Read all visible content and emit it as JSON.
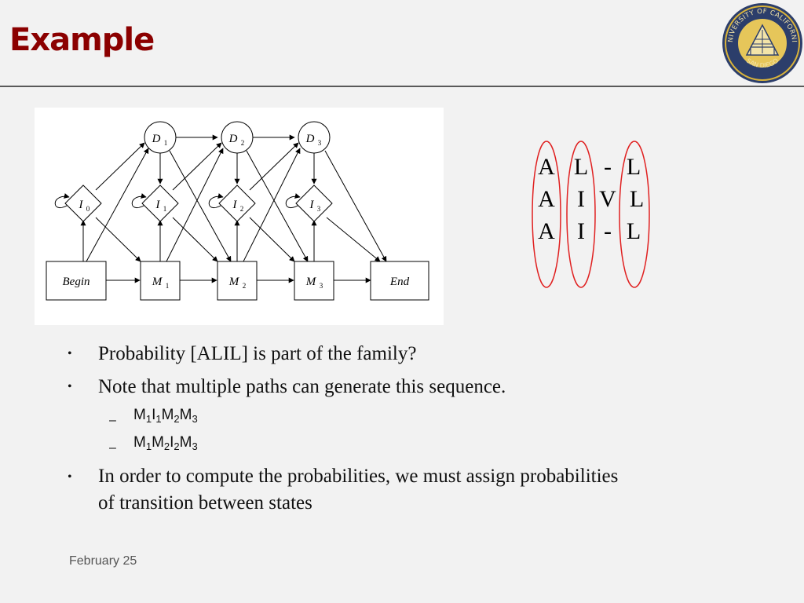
{
  "slide": {
    "title": "Example",
    "footer": "February 25"
  },
  "diagram": {
    "delete_states": [
      {
        "letter": "D",
        "index": "1"
      },
      {
        "letter": "D",
        "index": "2"
      },
      {
        "letter": "D",
        "index": "3"
      }
    ],
    "insert_states": [
      {
        "letter": "I",
        "index": "0"
      },
      {
        "letter": "I",
        "index": "1"
      },
      {
        "letter": "I",
        "index": "2"
      },
      {
        "letter": "I",
        "index": "3"
      }
    ],
    "match_states": [
      {
        "letter": "M",
        "index": "1"
      },
      {
        "letter": "M",
        "index": "2"
      },
      {
        "letter": "M",
        "index": "3"
      }
    ],
    "begin_label": "Begin",
    "end_label": "End"
  },
  "alignment": {
    "rows": [
      [
        "A",
        "L",
        "-",
        "L"
      ],
      [
        "A",
        "I",
        "V",
        "L"
      ],
      [
        "A",
        "I",
        "-",
        "L"
      ]
    ],
    "highlight_color": "#e02020"
  },
  "bullets": {
    "b1": "Probability [ALIL] is part of the family?",
    "b2": "Note that multiple paths can generate this sequence.",
    "path1": [
      {
        "s": "M",
        "i": "1"
      },
      {
        "s": "I",
        "i": "1"
      },
      {
        "s": "M",
        "i": "2"
      },
      {
        "s": "M",
        "i": "3"
      }
    ],
    "path2": [
      {
        "s": "M",
        "i": "1"
      },
      {
        "s": "M",
        "i": "2"
      },
      {
        "s": "I",
        "i": "2"
      },
      {
        "s": "M",
        "i": "3"
      }
    ],
    "b3_line1": "In order to compute the probabilities, we must assign probabilities",
    "b3_line2": "of transition between states"
  }
}
